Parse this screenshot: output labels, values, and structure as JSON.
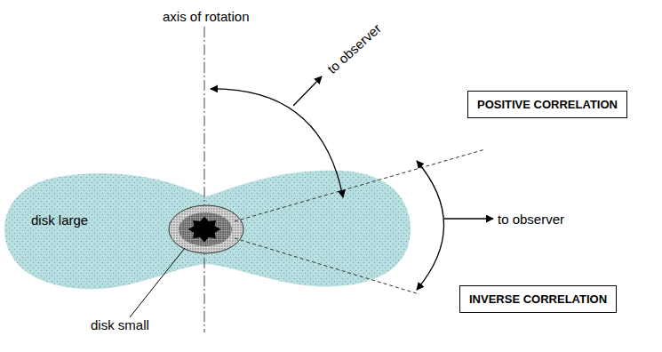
{
  "diagram": {
    "nodes": [
      {
        "text": [
          "POSITIVE CORRELATION"
        ]
      },
      {
        "text": [
          "disk large"
        ]
      },
      {
        "text": [
          "INVERSE CORRELATION"
        ]
      }
    ],
    "labels": [
      "axis of rotation",
      "to observer",
      "to observer",
      "disk small"
    ]
  }
}
